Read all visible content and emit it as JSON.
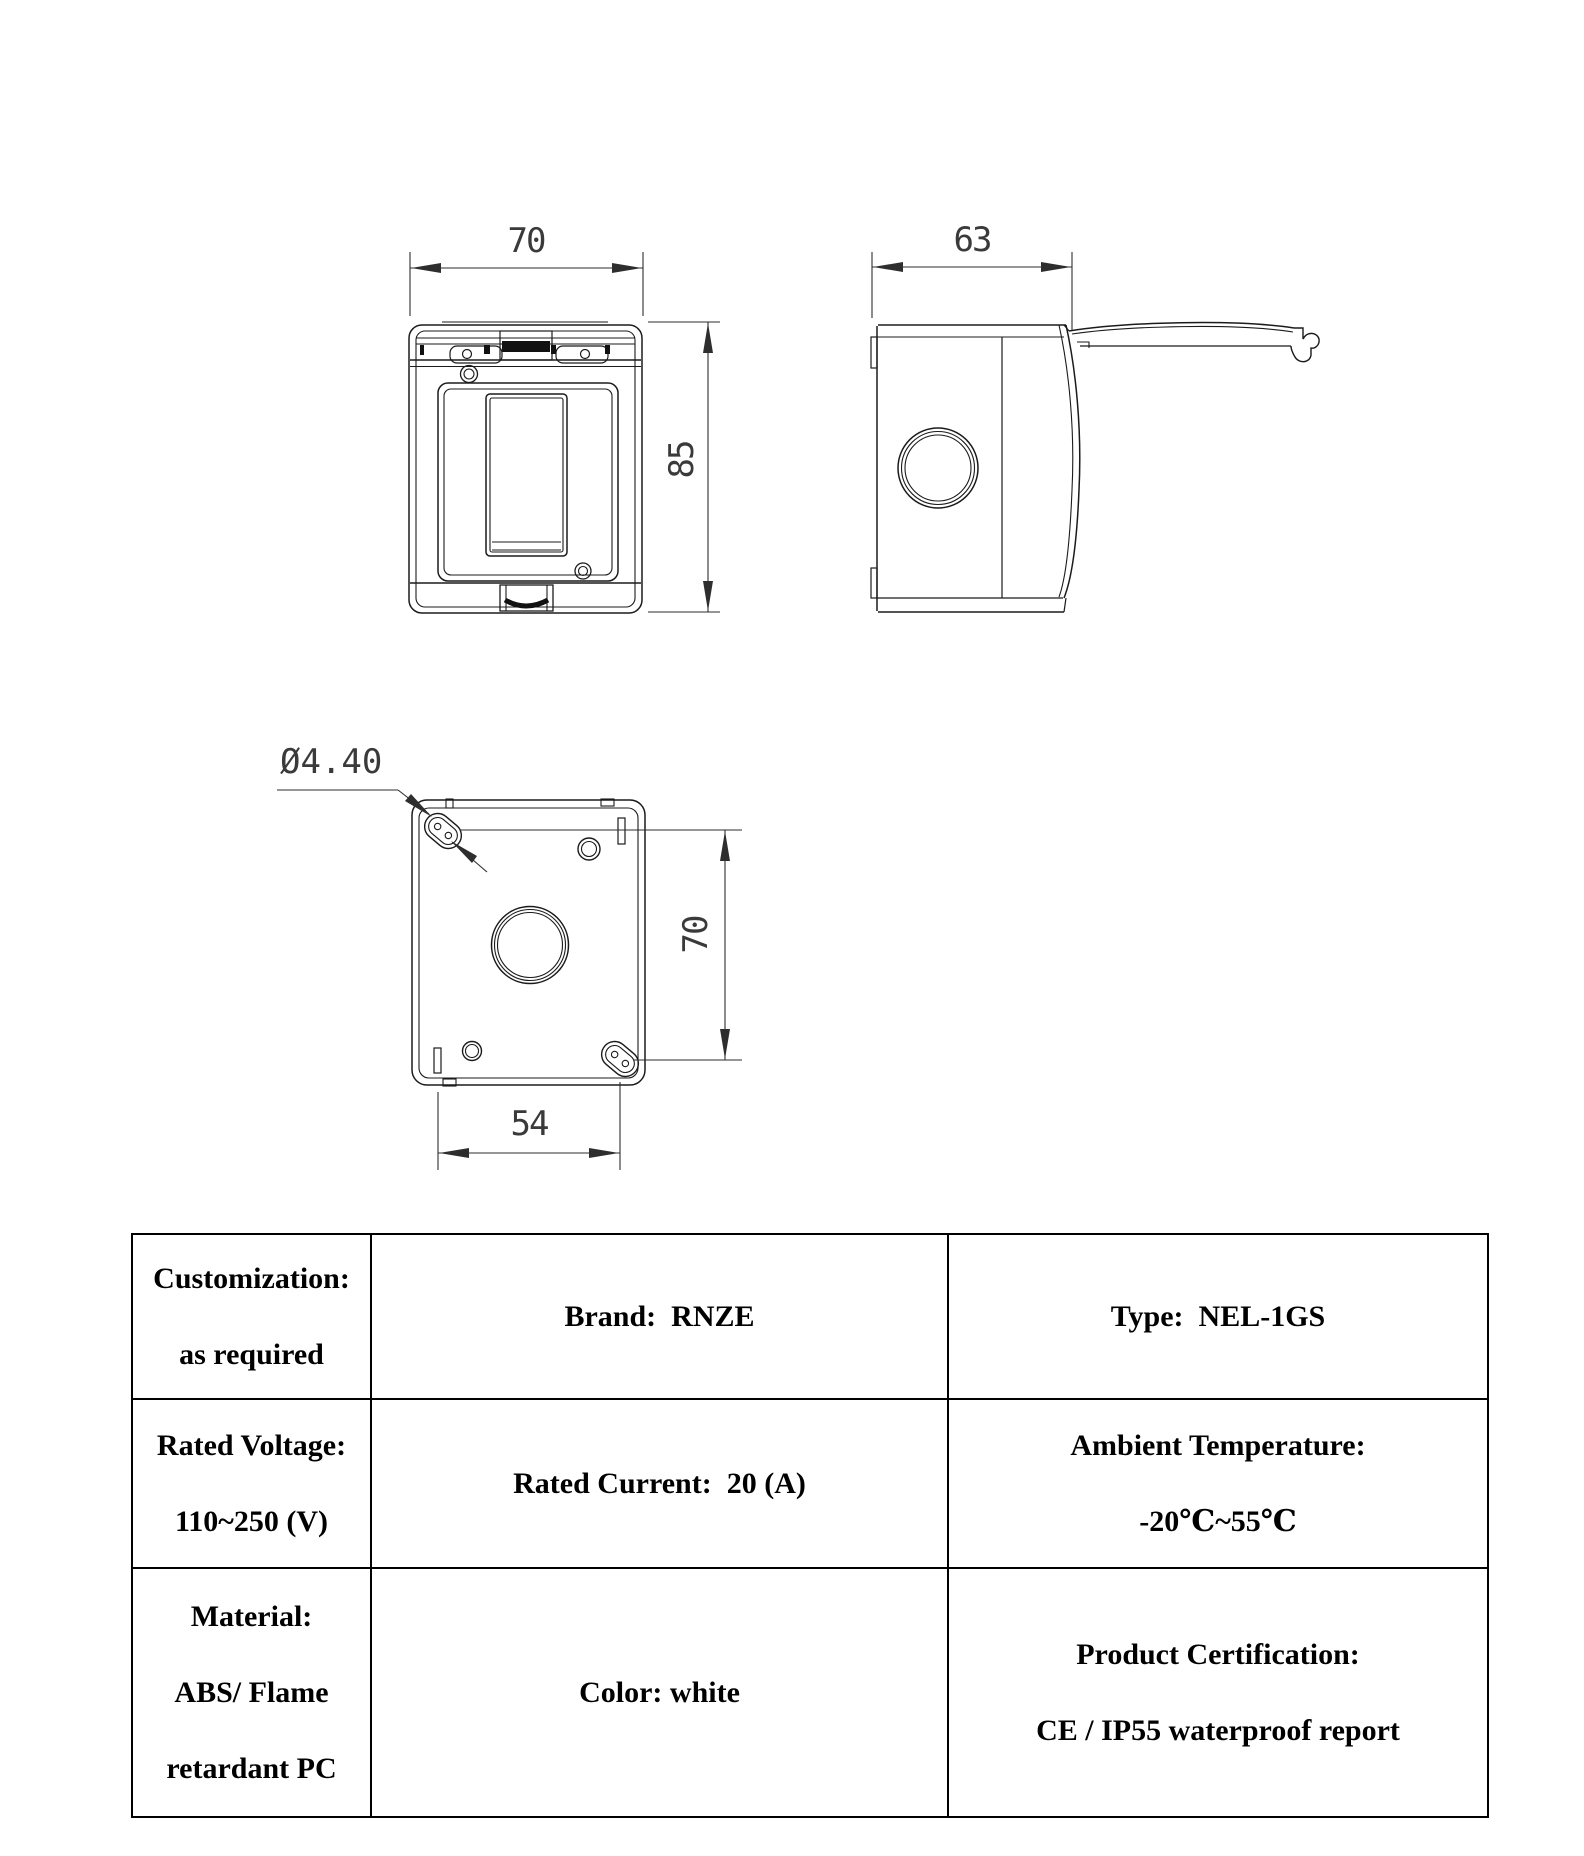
{
  "drawing": {
    "front_view": {
      "width_dim": "70",
      "height_dim": "85"
    },
    "side_view": {
      "depth_dim": "63"
    },
    "back_view": {
      "hole_dim": "Ø4.40",
      "height_dim": "70",
      "width_dim": "54"
    }
  },
  "table": {
    "rows": [
      {
        "cells": [
          {
            "lines": [
              "Customization:",
              "as required"
            ]
          },
          {
            "lines": [
              "Brand:  RNZE"
            ]
          },
          {
            "lines": [
              "Type:  NEL-1GS"
            ]
          }
        ]
      },
      {
        "cells": [
          {
            "lines": [
              "Rated Voltage:",
              "110~250 (V)"
            ]
          },
          {
            "lines": [
              "Rated Current:  20 (A)"
            ]
          },
          {
            "lines": [
              "Ambient Temperature:",
              "-20℃~55℃"
            ]
          }
        ]
      },
      {
        "cells": [
          {
            "lines": [
              "Material:",
              "ABS/ Flame",
              "retardant PC"
            ]
          },
          {
            "lines": [
              "Color: white"
            ]
          },
          {
            "lines": [
              "Product Certification:",
              "CE / IP55 waterproof report"
            ]
          }
        ]
      }
    ]
  }
}
